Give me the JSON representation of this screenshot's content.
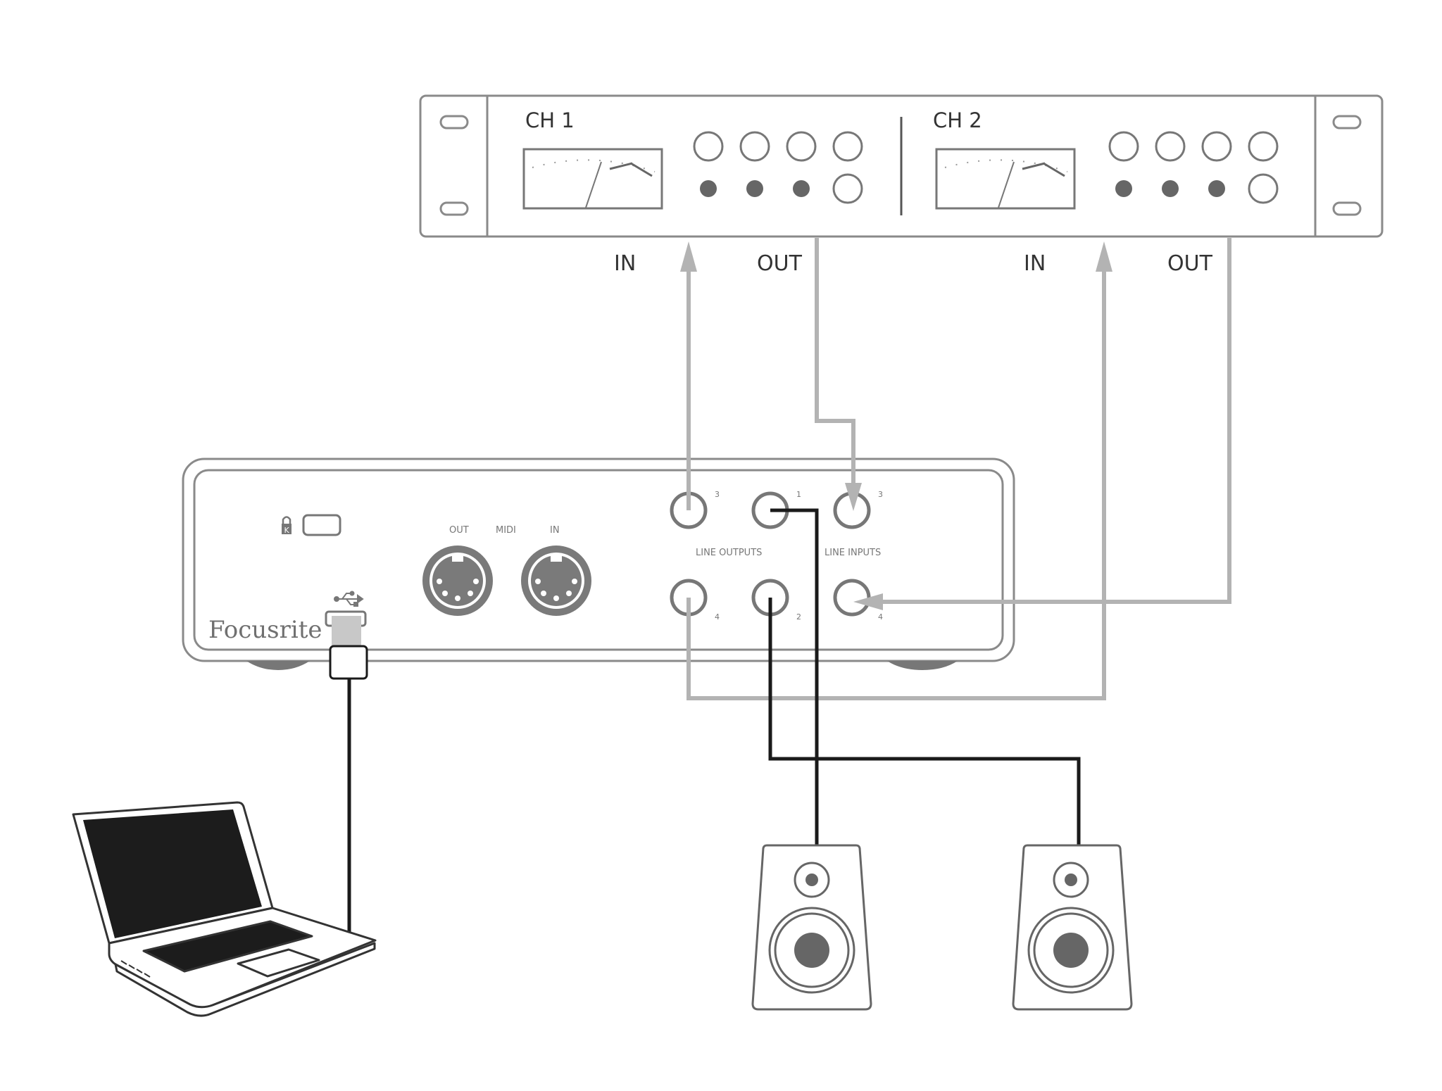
{
  "rack": {
    "ch1_label": "CH 1",
    "ch2_label": "CH 2"
  },
  "connections": {
    "ch1_in": "IN",
    "ch1_out": "OUT",
    "ch2_in": "IN",
    "ch2_out": "OUT"
  },
  "interface": {
    "brand": "Focusrite",
    "midi_out": "OUT",
    "midi_label": "MIDI",
    "midi_in": "IN",
    "line_outputs_label": "LINE OUTPUTS",
    "line_inputs_label": "LINE INPUTS",
    "out_num_3": "3",
    "out_num_1": "1",
    "in_num_3": "3",
    "out_num_4": "4",
    "out_num_2": "2",
    "in_num_4": "4",
    "lock_glyph": "K"
  },
  "colors": {
    "device_stroke": "#8a8a8a",
    "cable_gray": "#b3b3b3",
    "cable_black": "#1a1a1a",
    "screen": "#1c1c1c",
    "speaker_fill": "#6b6b6b"
  },
  "icons": [
    "usb-icon",
    "kensington-lock-icon",
    "vu-meter-icon"
  ]
}
